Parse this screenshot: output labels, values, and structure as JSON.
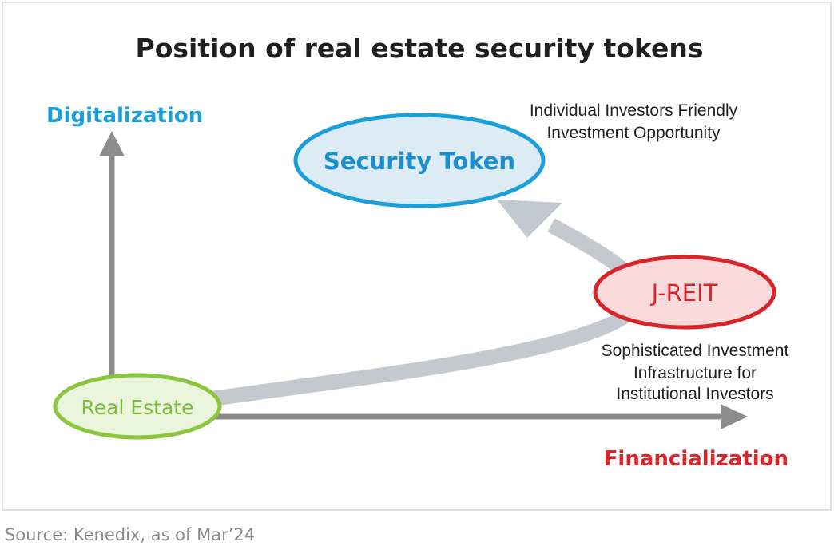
{
  "title": "Position of real estate security tokens",
  "axes": {
    "y_label": "Digitalization",
    "x_label": "Financialization"
  },
  "nodes": {
    "security_token": "Security Token",
    "j_reit": "J-REIT",
    "real_estate": "Real Estate"
  },
  "annotations": {
    "token_line1": "Individual Investors Friendly",
    "token_line2": "Investment Opportunity",
    "reit_line1": "Sophisticated Investment",
    "reit_line2": "Infrastructure for",
    "reit_line3": "Institutional Investors"
  },
  "source": "Source: Kenedix, as of Mar’24",
  "colors": {
    "digitalization": "#1a9fd9",
    "financialization": "#d7262b",
    "security_token_fill": "#dcebf4",
    "security_token_stroke": "#1a9fd9",
    "j_reit_fill": "#fbdadb",
    "j_reit_stroke": "#d7262b",
    "real_estate_fill": "#ebf5dc",
    "real_estate_stroke": "#8cc63f",
    "real_estate_text": "#7cbb3a",
    "axis": "#8c8c8c",
    "path": "#c4c9d0"
  }
}
